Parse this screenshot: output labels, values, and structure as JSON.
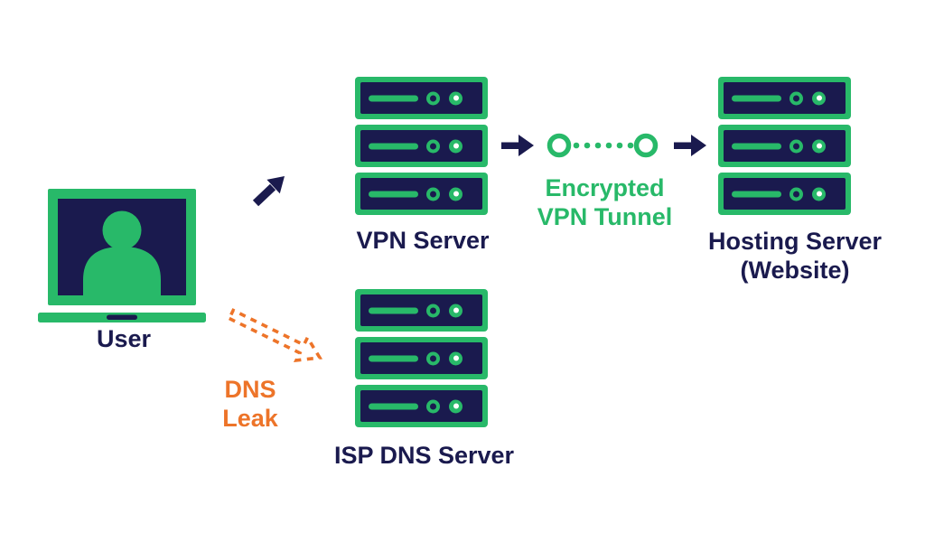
{
  "title": "VPN DNS Leak diagram",
  "colors": {
    "navy": "#1a1a4e",
    "green": "#28b969",
    "orange": "#ed7429",
    "background": "#ffffff"
  },
  "nodes": {
    "user": {
      "label": "User",
      "icon": "laptop-user-icon"
    },
    "vpn_server": {
      "label": "VPN Server",
      "icon": "server-stack-icon"
    },
    "hosting_server": {
      "label_line1": "Hosting Server",
      "label_line2": "(Website)",
      "icon": "server-stack-icon"
    },
    "isp_dns_server": {
      "label": "ISP DNS Server",
      "icon": "server-stack-icon"
    }
  },
  "connections": {
    "user_to_vpn": {
      "type": "solid-arrow"
    },
    "vpn_to_tunnel": {
      "type": "solid-arrow"
    },
    "tunnel": {
      "label_line1": "Encrypted",
      "label_line2": "VPN Tunnel",
      "type": "dotted-tunnel"
    },
    "tunnel_to_hosting": {
      "type": "solid-arrow"
    },
    "user_to_isp": {
      "label_line1": "DNS",
      "label_line2": "Leak",
      "type": "dashed-arrow"
    }
  }
}
